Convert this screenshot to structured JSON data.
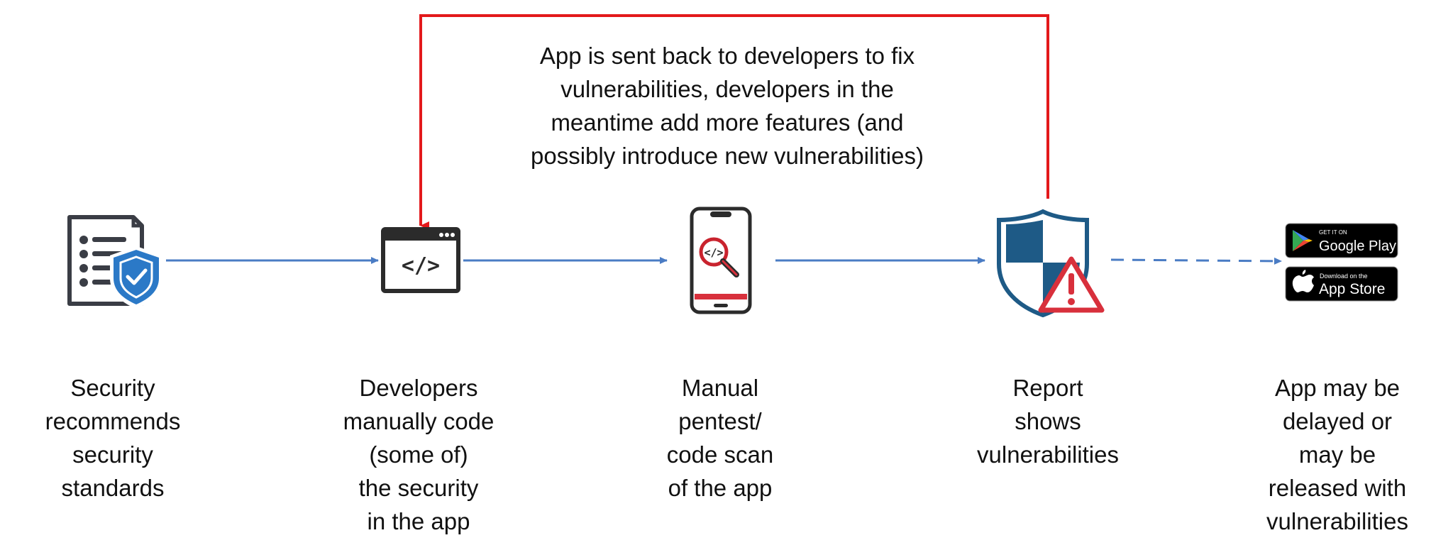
{
  "feedback_note": [
    "App is sent back to developers to fix",
    "vulnerabilities, developers in the",
    "meantime add more features (and",
    "possibly introduce new vulnerabilities)"
  ],
  "steps": [
    {
      "icon": "security-checklist-shield-icon",
      "caption": [
        "Security",
        "recommends",
        "security",
        "standards"
      ]
    },
    {
      "icon": "code-window-icon",
      "icon_text": "</>",
      "caption": [
        "Developers",
        "manually code",
        "(some of)",
        "the security",
        "in the app"
      ]
    },
    {
      "icon": "phone-code-scan-icon",
      "icon_text": "</>",
      "caption": [
        "Manual",
        "pentest/",
        "code scan",
        "of the app"
      ]
    },
    {
      "icon": "shield-warning-icon",
      "caption": [
        "Report",
        "shows",
        "vulnerabilities"
      ]
    },
    {
      "icon": "app-store-badges-icon",
      "caption": [
        "App may be",
        "delayed or",
        "may be",
        "released with",
        "vulnerabilities"
      ]
    }
  ],
  "badges": {
    "google_play": {
      "small": "GET IT ON",
      "large": "Google Play"
    },
    "app_store": {
      "small": "Download on the",
      "large": "App Store"
    }
  },
  "colors": {
    "flow_arrow": "#4a7cc4",
    "feedback_arrow": "#e3191b",
    "icon_dark": "#2b2b2b",
    "shield_blue": "#2b79c7",
    "shield_navy": "#1e5a86",
    "warning_red": "#d8303c"
  }
}
